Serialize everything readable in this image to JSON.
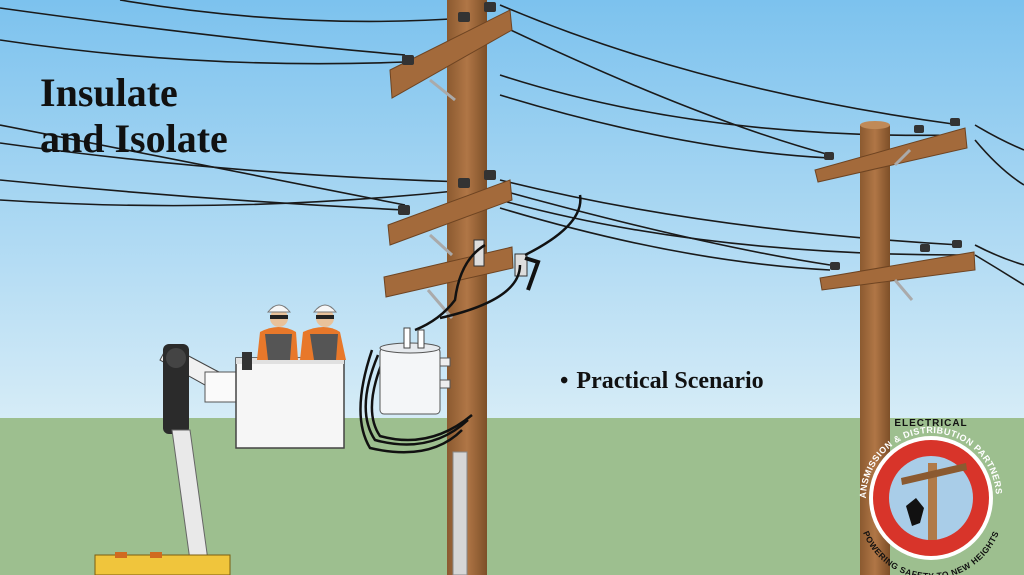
{
  "slide": {
    "title_line1": "Insulate",
    "title_line2": "and Isolate",
    "bullet": "Practical Scenario"
  },
  "logo": {
    "top_text": "ELECTRICAL",
    "ring_text": "TRANSMISSION & DISTRIBUTION PARTNERSHIP",
    "bottom_text": "POWERING SAFETY TO NEW HEIGHTS"
  },
  "colors": {
    "sky_top": "#7fc4ef",
    "sky_bottom": "#d7edf8",
    "ground": "#9cbf8e",
    "pole_wood": "#a46a3c",
    "logo_red": "#d8342a",
    "safety_orange": "#e8782a"
  },
  "icons": [
    "bullet-dot",
    "utility-pole",
    "transformer",
    "bucket-truck",
    "lineworker",
    "etdp-logo"
  ]
}
